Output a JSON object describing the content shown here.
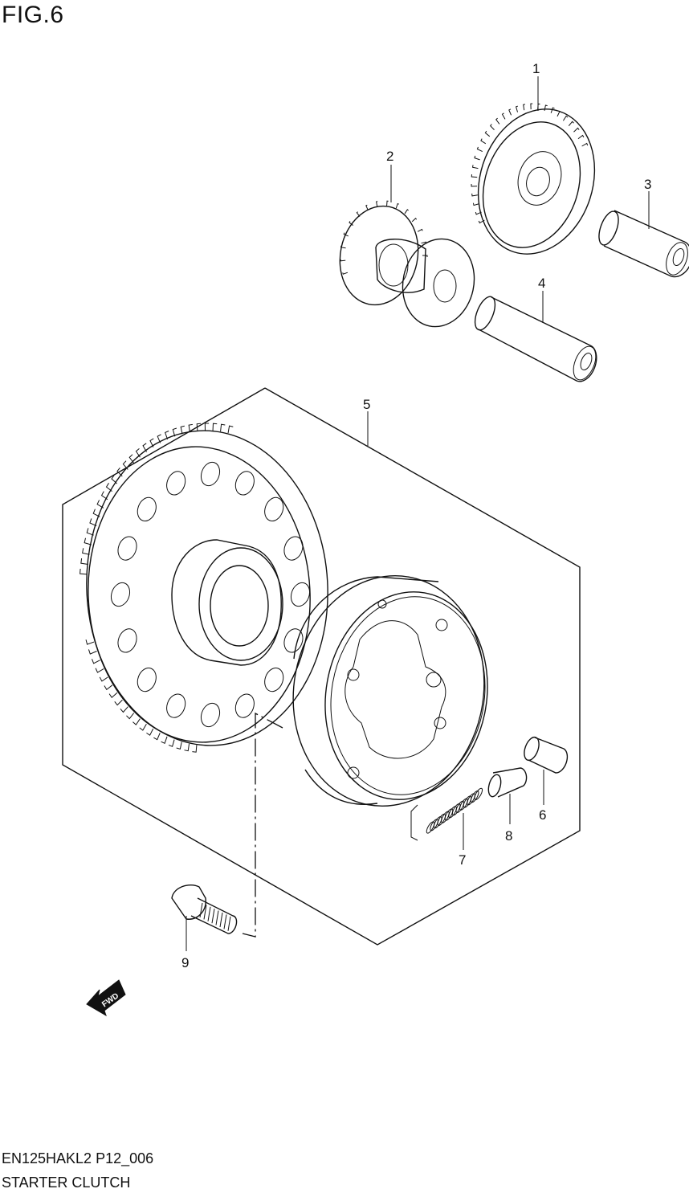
{
  "figure": {
    "title": "FIG.6"
  },
  "callouts": [
    "1",
    "2",
    "3",
    "4",
    "5",
    "6",
    "7",
    "8",
    "9"
  ],
  "fwd_arrow": {
    "label": "FWD"
  },
  "footer": {
    "code": "EN125HAKL2 P12_006",
    "name": "STARTER CLUTCH"
  }
}
